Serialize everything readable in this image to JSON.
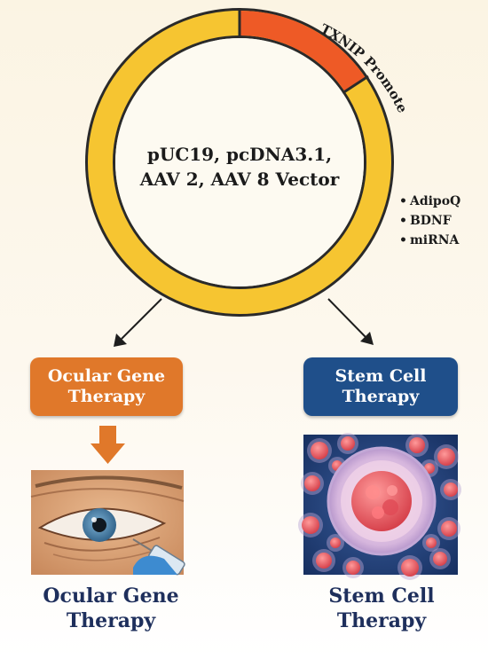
{
  "plasmid": {
    "vector_line1": "pUC19, pcDNA3.1,",
    "vector_line2": "AAV 2, AAV 8 Vector",
    "promoter_label": "TXNIP Promoter",
    "ring_color": "#f6c531",
    "promoter_color": "#ee5a26"
  },
  "genes": [
    "AdipoQ",
    "BDNF",
    "miRNA"
  ],
  "ocular": {
    "box_line1": "Ocular Gene",
    "box_line2": "Therapy",
    "caption_line1": "Ocular Gene",
    "caption_line2": "Therapy",
    "color": "#e0782a",
    "illustration": "eye-injection-illustration"
  },
  "stem": {
    "box_line1": "Stem Cell",
    "box_line2": "Therapy",
    "caption_line1": "Stem Cell",
    "caption_line2": "Therapy",
    "color": "#1f4f8a",
    "illustration": "stem-cell-illustration"
  }
}
